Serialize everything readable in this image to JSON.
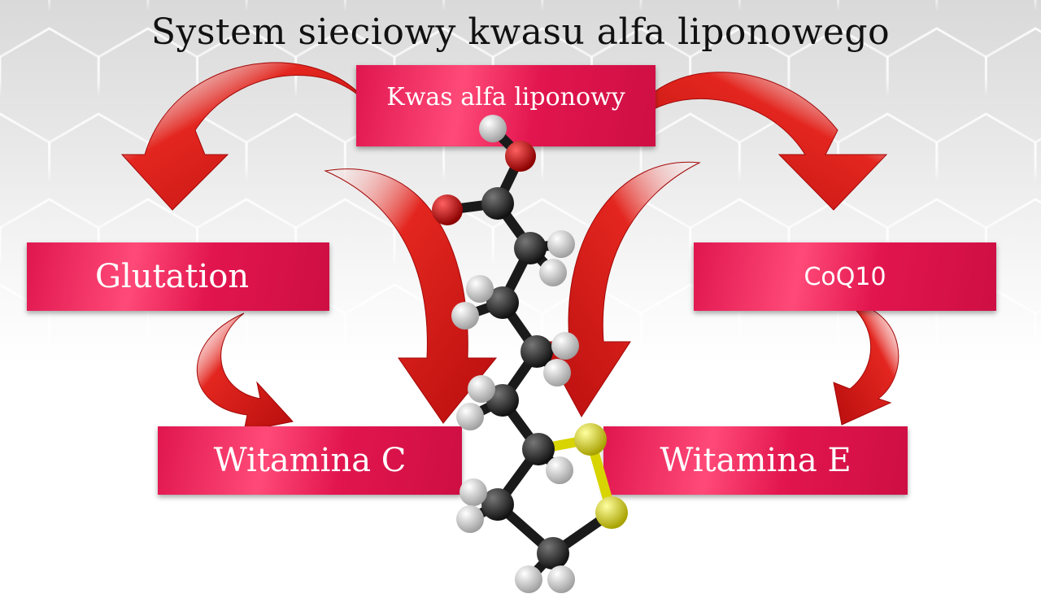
{
  "diagram": {
    "title": "System sieciowy kwasu alfa liponowego",
    "center_box": "Kwas alfa liponowy",
    "left_box": "Glutation",
    "right_box": "CoQ10",
    "bottom_left_box": "Witamina C",
    "bottom_right_box": "Witamina E"
  },
  "colors": {
    "box_red": "#e2154e",
    "arrow_red": "#d81b1b",
    "carbon": "#222222",
    "hydrogen": "#f2f2f2",
    "oxygen": "#d40010",
    "sulfur": "#e8e500"
  },
  "molecule": {
    "name": "alpha-lipoic-acid-ball-and-stick"
  }
}
